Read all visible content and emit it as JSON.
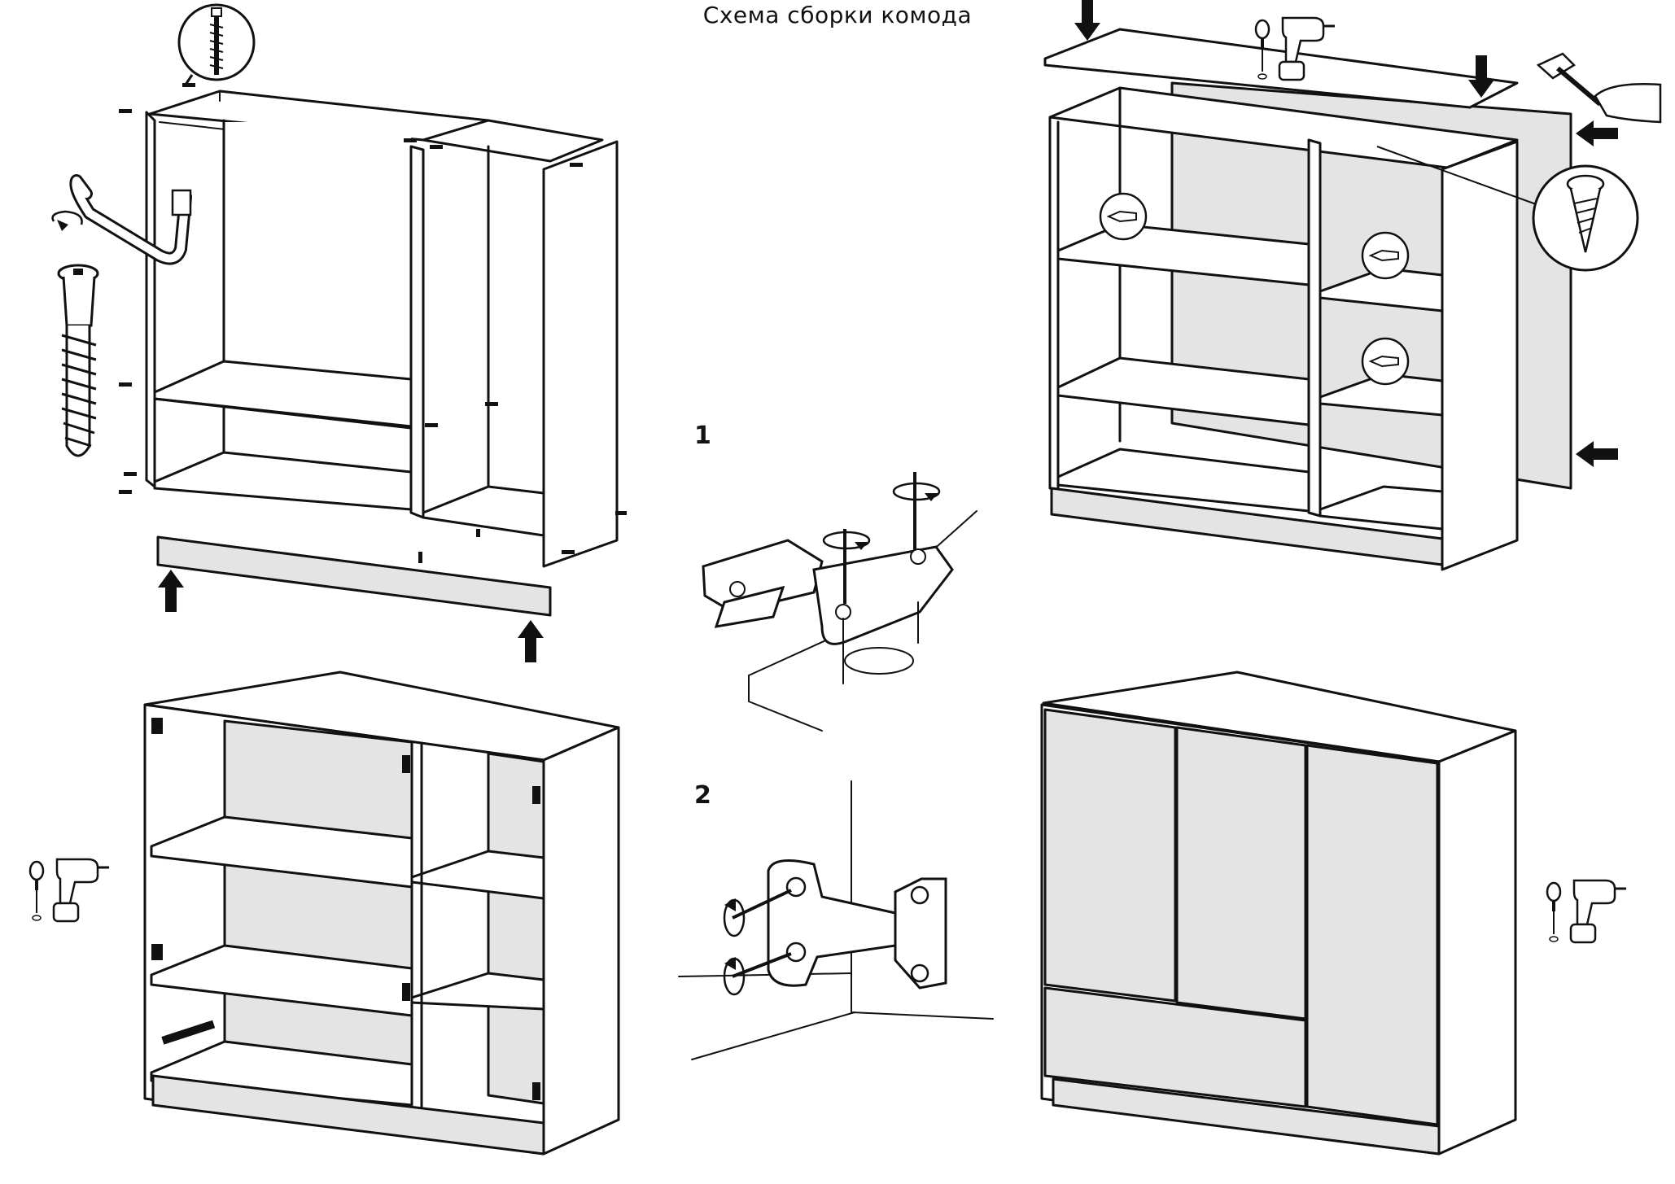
{
  "title": "Схема сборки комода",
  "steps": [
    {
      "label": "1"
    },
    {
      "label": "2"
    }
  ],
  "icons": [
    "cam-bolt-icon",
    "allen-key-icon",
    "screw-detail-icon",
    "dowel-detail-icon",
    "screwdriver-icon",
    "power-drill-icon",
    "hammer-icon",
    "arrow-icon",
    "hinge-icon",
    "rotation-icon"
  ]
}
